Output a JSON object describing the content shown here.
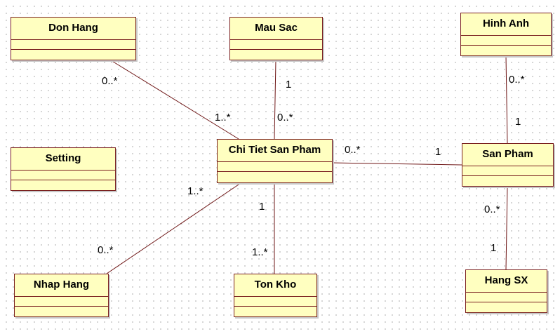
{
  "classes": {
    "don_hang": "Don Hang",
    "mau_sac": "Mau Sac",
    "hinh_anh": "Hinh Anh",
    "setting": "Setting",
    "chi_tiet_san_pham": "Chi Tiet San Pham",
    "san_pham": "San Pham",
    "nhap_hang": "Nhap Hang",
    "ton_kho": "Ton Kho",
    "hang_sx": "Hang SX"
  },
  "associations": {
    "don_hang_ctsp": {
      "from": "0..*",
      "to": "1..*"
    },
    "mau_sac_ctsp": {
      "from": "1",
      "to": "0..*"
    },
    "ctsp_san_pham": {
      "from": "0..*",
      "to": "1"
    },
    "hinh_anh_san_pham": {
      "from": "0..*",
      "to": "1"
    },
    "nhap_hang_ctsp": {
      "from": "0..*",
      "to": "1..*"
    },
    "ctsp_ton_kho": {
      "from": "1",
      "to": "1..*"
    },
    "san_pham_hang_sx": {
      "from": "0..*",
      "to": "1"
    }
  },
  "colors": {
    "class_fill": "#ffffc0",
    "border": "#7a1f1f",
    "line": "#6e1616"
  }
}
